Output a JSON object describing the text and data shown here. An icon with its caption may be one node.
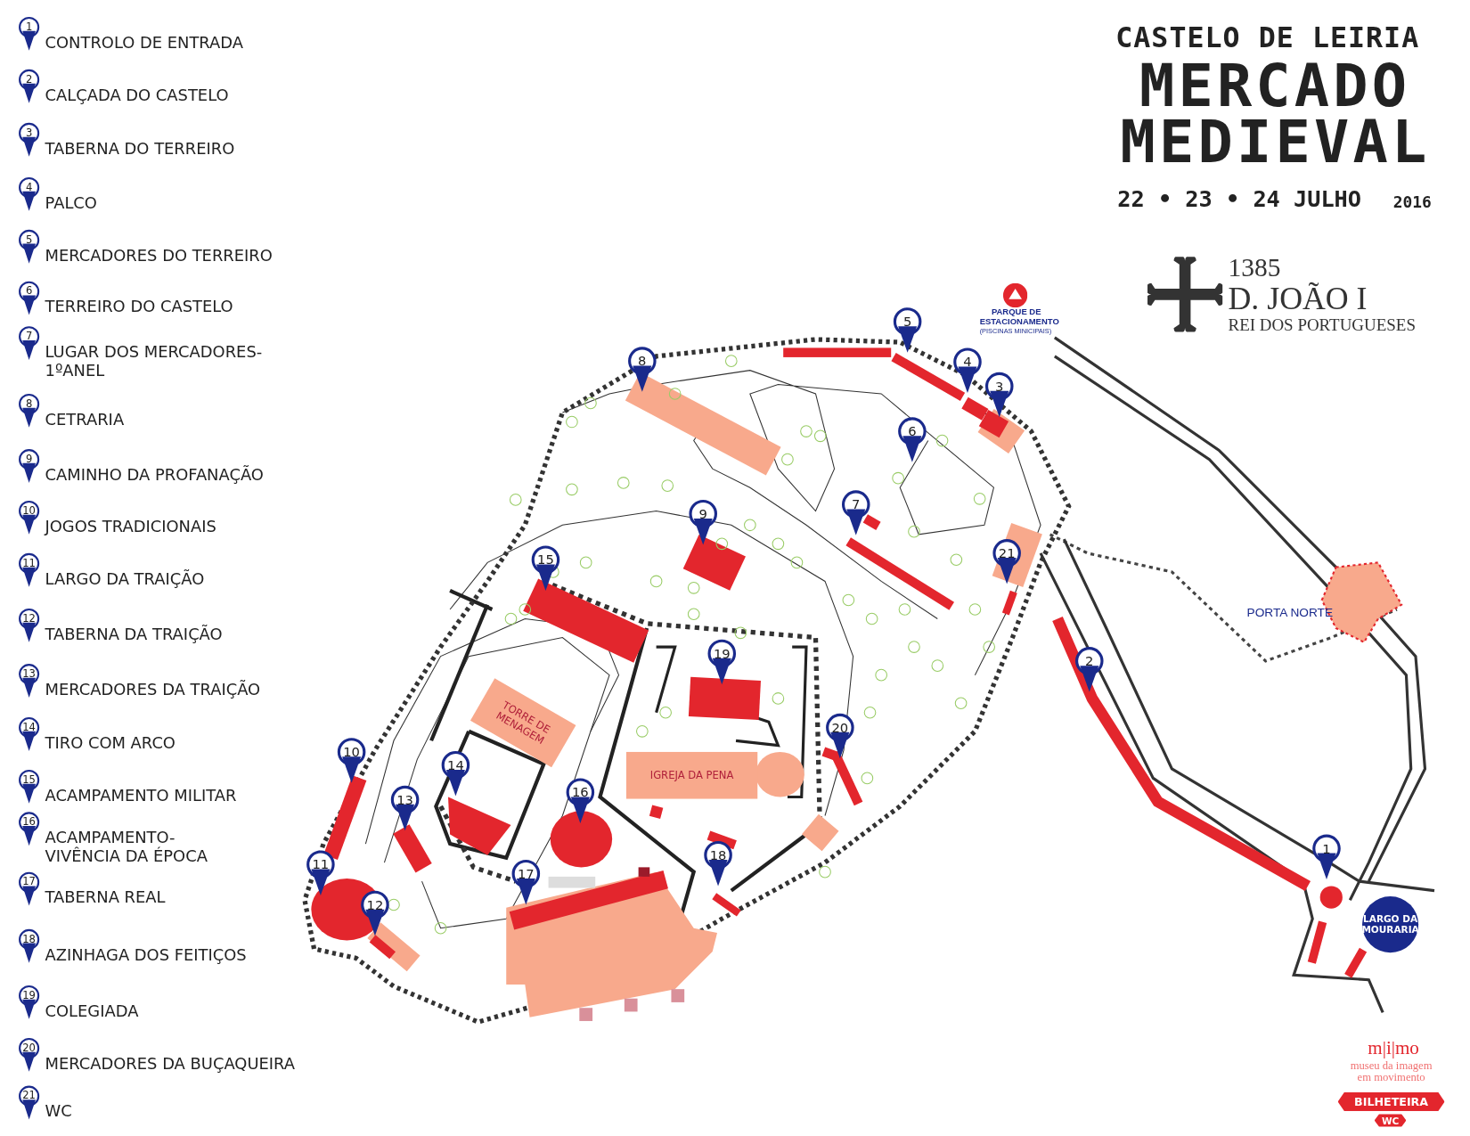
{
  "diagram": {
    "title": "MERCADO MEDIEVAL",
    "nodes": [
      {
        "text": [
          "TORRE DE MENAGEM"
        ]
      },
      {
        "text": [
          "IGREJA DA PENA"
        ]
      },
      {
        "text": [
          "LARGO DA MOURARIA"
        ]
      },
      {
        "text": [
          "BILHETEIRA"
        ]
      },
      {
        "text": [
          "WC"
        ]
      }
    ],
    "labels": [
      "1",
      "CONTROLO DE ENTRADA",
      "2",
      "CALÇADA DO CASTELO",
      "3",
      "TABERNA DO TERREIRO",
      "4",
      "PALCO",
      "5",
      "MERCADORES DO TERREIRO",
      "6",
      "TERREIRO DO CASTELO",
      "7",
      "LUGAR DOS MERCADORES- 1ºANEL",
      "8",
      "CETRARIA",
      "9",
      "CAMINHO DA PROFANAÇÃO",
      "10",
      "JOGOS TRADICIONAIS",
      "11",
      "LARGO DA TRAIÇÃO",
      "12",
      "TABERNA DA TRAIÇÃO",
      "13",
      "MERCADORES DA TRAIÇÃO",
      "14",
      "TIRO COM ARCO",
      "15",
      "ACAMPAMENTO MILITAR",
      "16",
      "ACAMPAMENTO- VIVÊNCIA DA ÉPOCA",
      "17",
      "TABERNA REAL",
      "18",
      "AZINHAGA DOS FEITIÇOS",
      "19",
      "COLEGIADA",
      "20",
      "MERCADORES DA BUÇAQUEIRA",
      "21",
      "WC",
      "CASTELO DE LEIRIA",
      "22 • 23 • 24 JULHO",
      "2016",
      "1385",
      "D. JOÃO I",
      "REI DOS PORTUGUESES",
      "PARQUE DE ESTACIONAMENTO",
      "(PISCINAS MINICIPAIS)",
      "PORTA NORTE",
      "1",
      "2",
      "3",
      "4",
      "5",
      "6",
      "7",
      "8",
      "9",
      "10",
      "11",
      "12",
      "13",
      "14",
      "15",
      "16",
      "17",
      "18",
      "19",
      "20",
      "21",
      "m|i|mo",
      "museu da imagem em movimento"
    ]
  }
}
